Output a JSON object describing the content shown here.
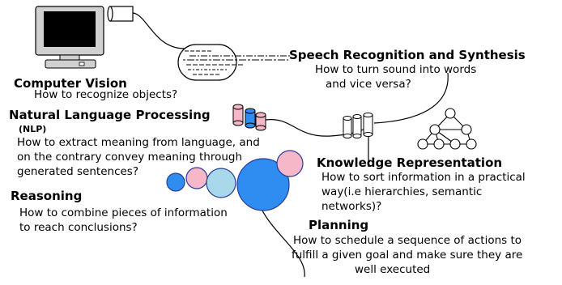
{
  "colors": {
    "pink": "#f6b7c8",
    "blue_light": "#a9d8ea",
    "blue": "#2f8cf0",
    "screen": "#000000",
    "monitor": "#d0d0d0",
    "line": "#000000"
  },
  "sections": {
    "speech": {
      "title": "Speech Recognition and Synthesis",
      "lines": [
        "How to turn sound into words",
        "and vice versa?"
      ]
    },
    "vision": {
      "title": "Computer Vision",
      "lines": [
        "How to recognize objects?"
      ]
    },
    "nlp": {
      "title": "Natural Language Processing",
      "abbr": "(NLP)",
      "lines": [
        "How to extract meaning from language, and",
        "on the contrary convey meaning through",
        "generated sentences?"
      ]
    },
    "knowledge": {
      "title": "Knowledge Representation",
      "lines": [
        "How to sort information in a practical",
        "way(i.e hierarchies, semantic",
        "networks)?"
      ]
    },
    "reasoning": {
      "title": "Reasoning",
      "lines": [
        "How to combine pieces of information",
        "to reach conclusions?"
      ]
    },
    "planning": {
      "title": "Planning",
      "lines": [
        "How to schedule a sequence of actions to",
        "fulfill a given goal and make sure they are",
        "well executed"
      ]
    }
  }
}
